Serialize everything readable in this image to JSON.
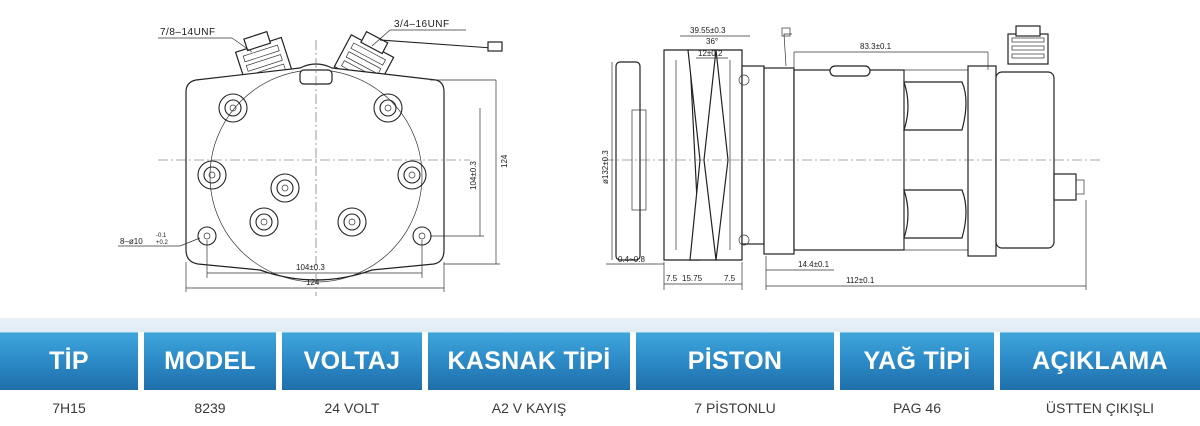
{
  "drawing": {
    "front_view": {
      "port_left_label": "7/8–14UNF",
      "port_right_label": "3/4–16UNF",
      "hole_label": "8–ø10",
      "hole_tol_top": "-0.1",
      "hole_tol_bot": "+0.2",
      "dim_bottom_inner": "104±0.3",
      "dim_bottom_outer": "124",
      "dim_right_inner": "104±0.3",
      "dim_right_outer": "124"
    },
    "side_view": {
      "dim_top_width": "39.55±0.3",
      "dim_angle": "36°",
      "dim_groove": "12±0.2",
      "dim_length_top": "83.3±0.1",
      "dim_pulley_dia": "ø132±0.3",
      "dim_left_offset": "0.4~0.8",
      "dim_bottom_a": "7.5",
      "dim_bottom_b": "15.75",
      "dim_bottom_c": "7.5",
      "dim_mid": "14.4±0.1",
      "dim_total": "112±0.1"
    }
  },
  "table": {
    "headers": [
      "TİP",
      "MODEL",
      "VOLTAJ",
      "KASNAK TİPİ",
      "PİSTON",
      "YAĞ TİPİ",
      "AÇIKLAMA"
    ],
    "row": [
      "7H15",
      "8239",
      "24 VOLT",
      "A2 V KAYIŞ",
      "7 PİSTONLU",
      "PAG 46",
      "ÜSTTEN ÇIKIŞLI"
    ]
  }
}
